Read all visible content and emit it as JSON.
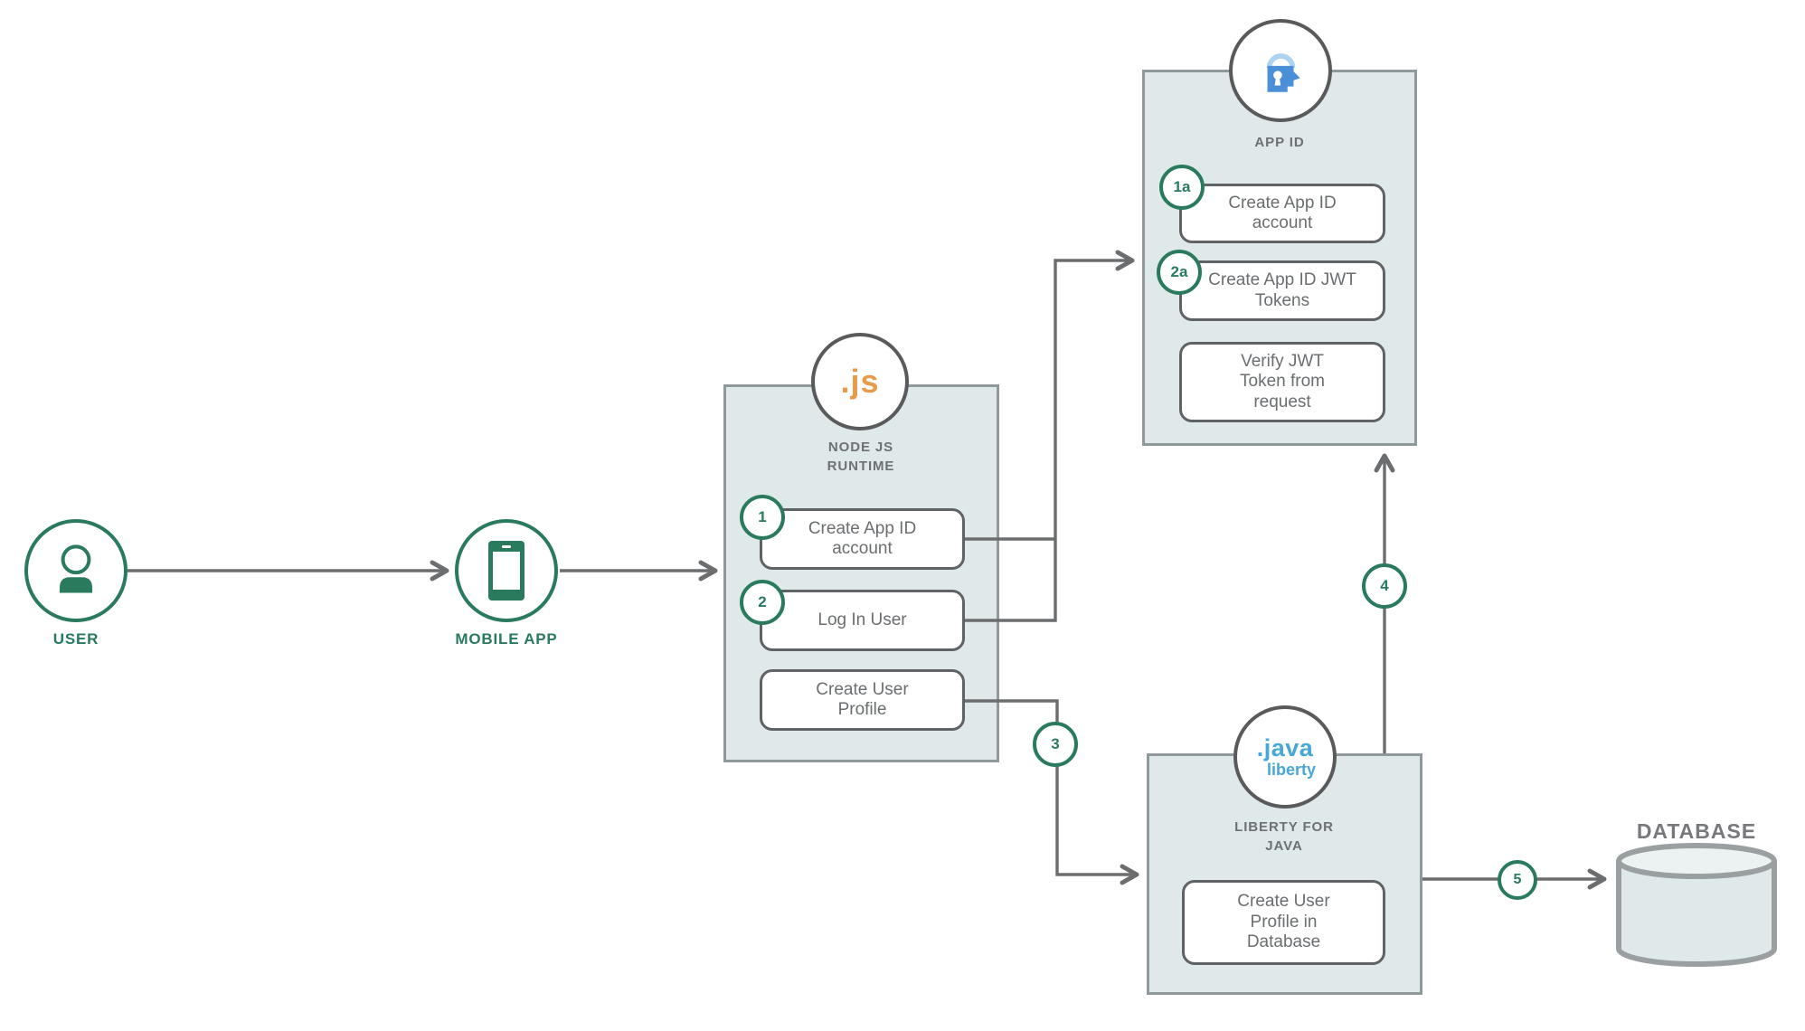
{
  "colors": {
    "teal": "#2a7a5e",
    "panel_fill": "#dfe9e9",
    "panel_border": "#8f999b",
    "step_border": "#606365",
    "line_gray": "#6b6d6e",
    "text_gray": "#6b6e70",
    "title_gray": "#6e7174",
    "nodejs_orange": "#e99b4b",
    "appid_blue": "#4a8fd8",
    "appid_light_blue": "#aed2f2",
    "liberty_blue": "#47a8d6",
    "cylinder_stroke": "#9aa0a1",
    "cylinder_top_fill": "#ecf1f1"
  },
  "nodes": {
    "user": {
      "label": "USER",
      "icon": "person-icon"
    },
    "mobile_app": {
      "label": "MOBILE APP",
      "icon": "smartphone-icon"
    },
    "nodejs": {
      "icon": ".js",
      "title_line1": "NODE JS",
      "title_line2": "RUNTIME",
      "steps": [
        {
          "badge": "1",
          "label": "Create App ID account"
        },
        {
          "badge": "2",
          "label": "Log In User"
        },
        {
          "label": "Create User Profile"
        }
      ]
    },
    "app_id": {
      "icon": "lock-head-icon",
      "title": "APP ID",
      "steps": [
        {
          "badge": "1a",
          "label": "Create App ID account"
        },
        {
          "badge": "2a",
          "label": "Create App ID JWT Tokens"
        },
        {
          "label": "Verify JWT Token from request"
        }
      ]
    },
    "liberty": {
      "icon_line1": ".java",
      "icon_line2": "liberty",
      "title_line1": "LIBERTY FOR",
      "title_line2": "JAVA",
      "steps": [
        {
          "label": "Create User Profile in Database"
        }
      ]
    },
    "database": {
      "label": "DATABASE",
      "icon": "database-cylinder-icon"
    }
  },
  "edge_badges": {
    "to_liberty": "3",
    "liberty_to_appid": "4",
    "liberty_to_database": "5"
  }
}
